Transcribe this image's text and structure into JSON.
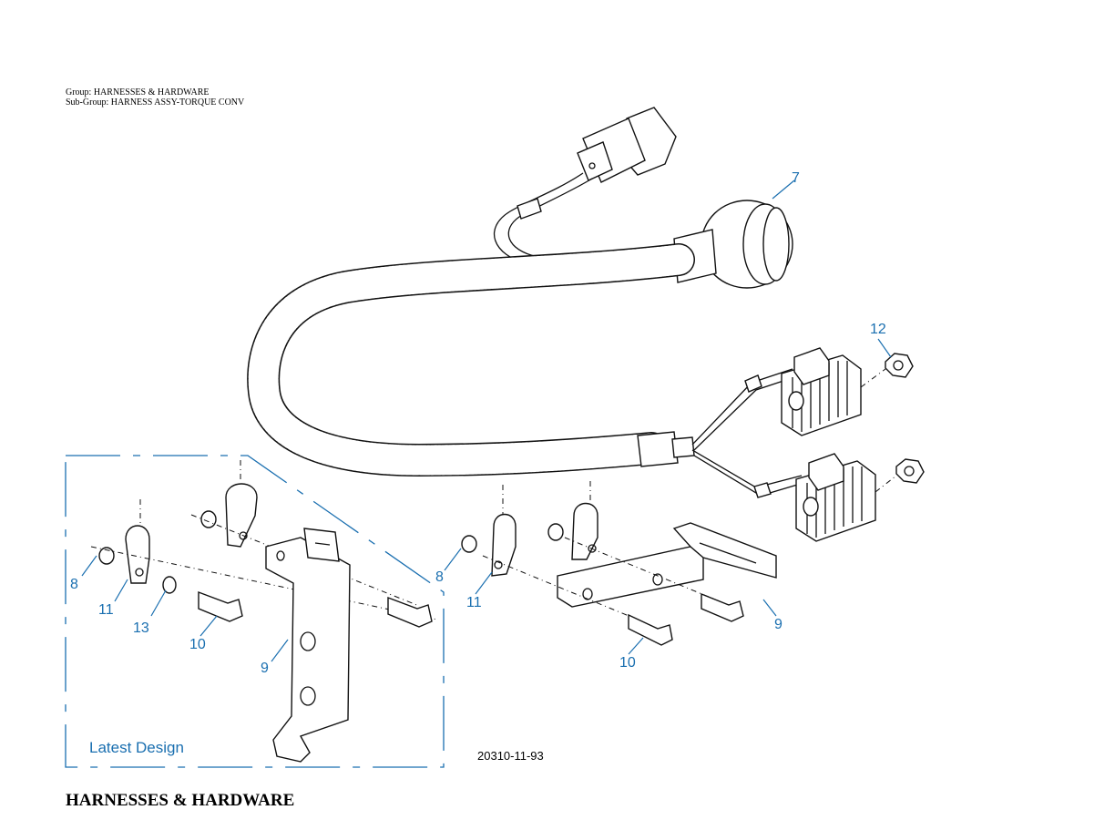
{
  "header": {
    "group": "Group: HARNESSES & HARDWARE",
    "sub_group": "Sub-Group: HARNESS ASSY-TORQUE CONV"
  },
  "diagram": {
    "inset_caption": "Latest Design",
    "figure_number": "20310-11-93",
    "callouts": {
      "c7": "7",
      "c12": "12",
      "c8_left": "8",
      "c11_left": "11",
      "c13": "13",
      "c10_left": "10",
      "c9_left": "9",
      "c8_right": "8",
      "c11_right": "11",
      "c9_right": "9",
      "c10_right": "10"
    },
    "accent_color": "#1a6fb0"
  },
  "footer": {
    "title": "HARNESSES & HARDWARE"
  }
}
